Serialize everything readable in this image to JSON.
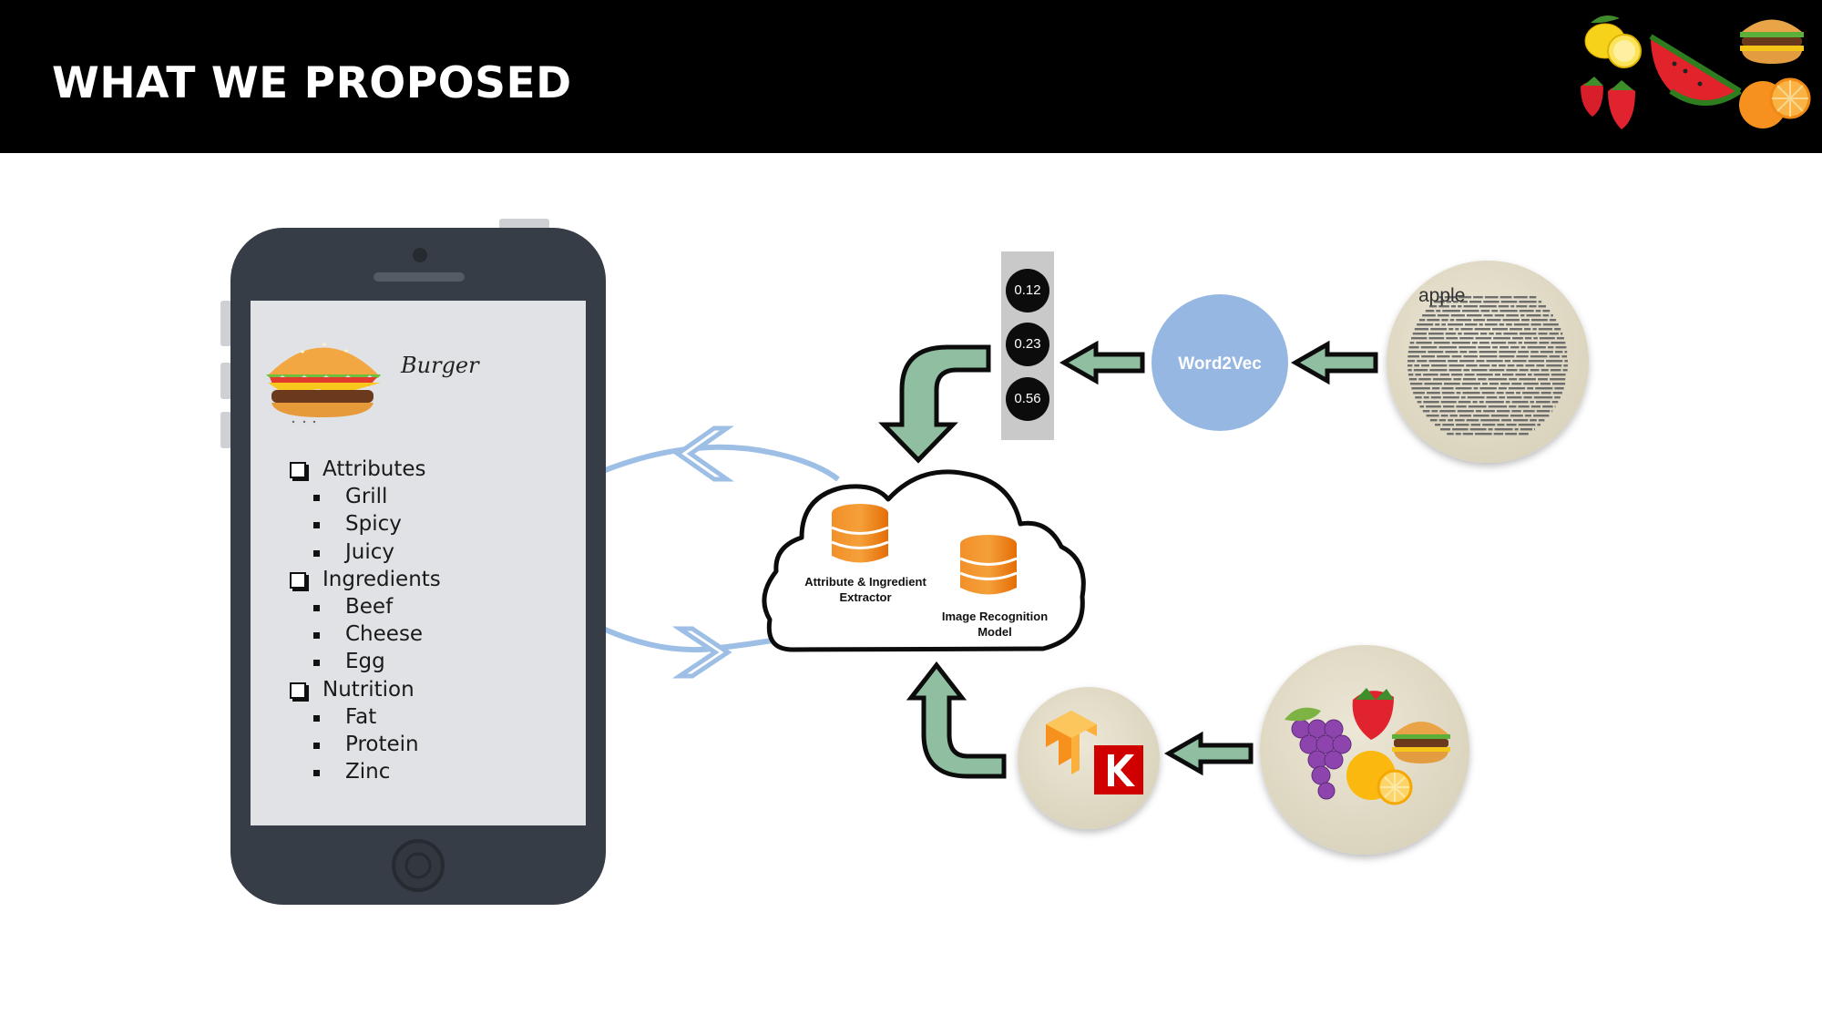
{
  "header": {
    "title": "WHAT WE PROPOSED"
  },
  "phone": {
    "food_name": "Burger",
    "list": [
      {
        "kind": "section",
        "label": "Attributes"
      },
      {
        "kind": "item",
        "label": "Grill"
      },
      {
        "kind": "item",
        "label": "Spicy"
      },
      {
        "kind": "item",
        "label": "Juicy"
      },
      {
        "kind": "section",
        "label": "Ingredients"
      },
      {
        "kind": "item",
        "label": "Beef"
      },
      {
        "kind": "item",
        "label": "Cheese"
      },
      {
        "kind": "item",
        "label": "Egg"
      },
      {
        "kind": "section",
        "label": "Nutrition"
      },
      {
        "kind": "item",
        "label": "Fat"
      },
      {
        "kind": "item",
        "label": "Protein"
      },
      {
        "kind": "item",
        "label": "Zinc"
      }
    ]
  },
  "cloud": {
    "extractor_label_1": "Attribute & Ingredient",
    "extractor_label_2": "Extractor",
    "model_label_1": "Image Recognition",
    "model_label_2": "Model"
  },
  "vector": {
    "values": [
      "0.12",
      "0.23",
      "0.56"
    ]
  },
  "word2vec": {
    "label": "Word2Vec"
  },
  "corpus": {
    "word": "apple"
  },
  "colors": {
    "header_bg": "#000000",
    "phone_body": "#373d46",
    "phone_screen": "#e1e2e5",
    "arrow_green": "#8fbfa0",
    "word2vec_blue": "#95b7e1",
    "database_orange": "#f07a10",
    "cycle_blue": "#9dbfe6",
    "circle_beige": "#e2dcc8"
  },
  "icons": [
    "fruit-collage-icon",
    "burger-icon",
    "database-icon",
    "tensorflow-icon",
    "keras-icon",
    "fruit-basket-icon",
    "word-cloud-icon"
  ]
}
